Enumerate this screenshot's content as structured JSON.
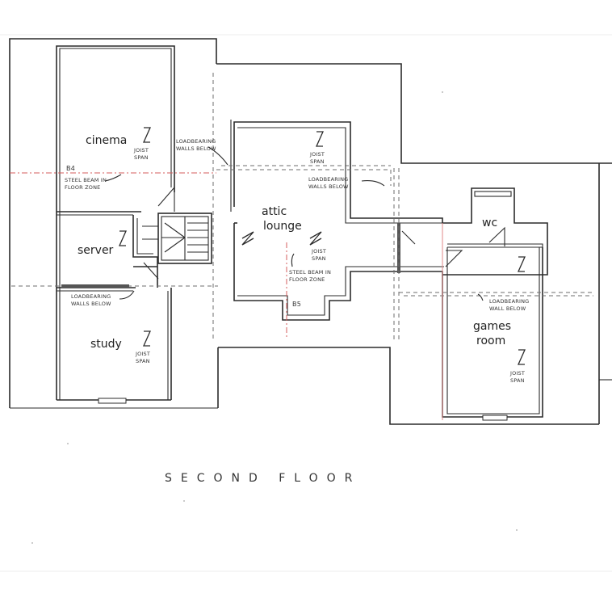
{
  "rooms": {
    "cinema": "cinema",
    "server": "server",
    "study": "study",
    "attic_lounge_1": "attic",
    "attic_lounge_2": "lounge",
    "wc": "wc",
    "games_room_1": "games",
    "games_room_2": "room"
  },
  "notes": {
    "joist_1": "JOIST",
    "span": "SPAN",
    "beam_b4": "B4",
    "beam_b5": "B5",
    "steel_beam_1": "STEEL BEAM IN",
    "steel_beam_2": "FLOOR ZONE",
    "loadbearing_walls_1": "LOADBEARING",
    "loadbearing_walls_2": "WALLS BELOW",
    "loadbearing_wall_2": "WALL BELOW"
  },
  "title": "SECOND FLOOR"
}
